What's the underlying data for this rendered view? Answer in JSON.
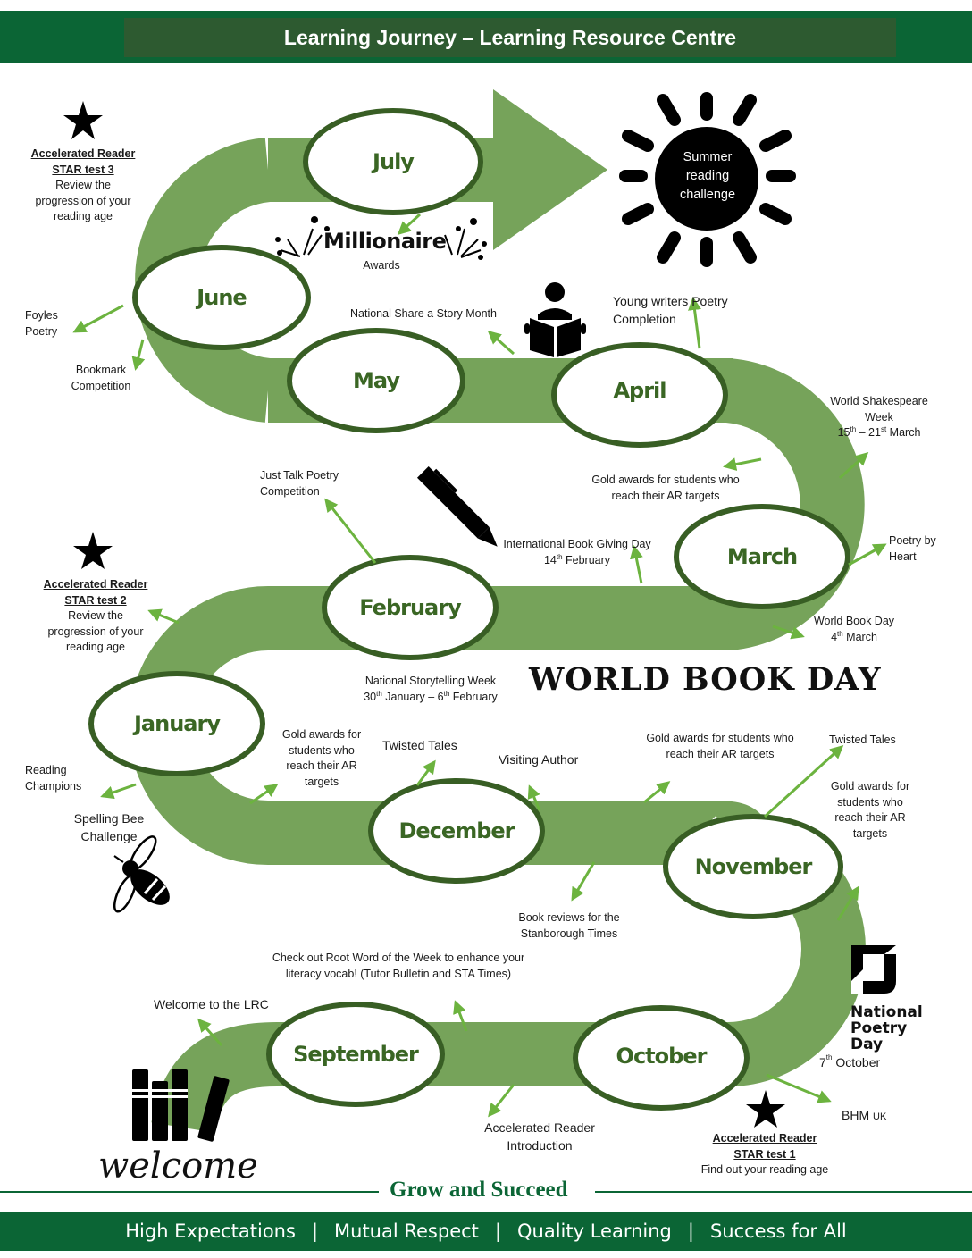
{
  "header": {
    "title": "Learning Journey – Learning Resource Centre"
  },
  "colors": {
    "brand_green": "#0b6535",
    "header_inner": "#2d5a30",
    "road_green": "#76a35a",
    "ellipse_border": "#385e24",
    "month_text": "#3a6624",
    "arrow_green": "#6cb33f"
  },
  "months": {
    "july": "July",
    "june": "June",
    "may": "May",
    "april": "April",
    "march": "March",
    "february": "February",
    "january": "January",
    "december": "December",
    "november": "November",
    "september": "September",
    "october": "October"
  },
  "sun": {
    "line1": "Summer",
    "line2": "reading",
    "line3": "challenge"
  },
  "millionaire": {
    "title": "Millionaire",
    "subtitle": "Awards"
  },
  "star_test_3": {
    "title": "Accelerated Reader",
    "subtitle": "STAR test 3",
    "line1": "Review the",
    "line2": "progression of your",
    "line3": "reading age"
  },
  "star_test_2": {
    "title": "Accelerated Reader",
    "subtitle": "STAR test 2",
    "line1": "Review the",
    "line2": "progression of your",
    "line3": "reading age"
  },
  "star_test_1": {
    "title": "Accelerated Reader",
    "subtitle": "STAR test 1",
    "line1": "Find out your reading age"
  },
  "events": {
    "foyles": {
      "line1": "Foyles",
      "line2": "Poetry"
    },
    "bookmark": {
      "line1": "Bookmark",
      "line2": "Competition"
    },
    "share_story": "National Share a Story Month",
    "young_writers": {
      "line1": "Young writers Poetry",
      "line2": "Completion"
    },
    "shakespeare": {
      "line1": "World Shakespeare",
      "line2": "Week",
      "date_a": "15",
      "sup_a": "th",
      "date_mid": " – 21",
      "sup_b": "st",
      "date_end": " March"
    },
    "gold_april": {
      "line1": "Gold awards for students who",
      "line2": "reach their AR targets"
    },
    "just_talk": {
      "line1": "Just Talk Poetry",
      "line2": "Competition"
    },
    "book_giving": {
      "line1": "International Book Giving Day",
      "date": "14",
      "sup": "th",
      "month": " February"
    },
    "poetry_heart": {
      "line1": "Poetry by",
      "line2": "Heart"
    },
    "world_book_day_small": {
      "line1": "World Book Day",
      "date": "4",
      "sup": "th",
      "month": " March"
    },
    "storytelling": {
      "line1": "National Storytelling Week",
      "d1": "30",
      "s1": "th",
      "m1": " January – 6",
      "s2": "th",
      "m2": " February"
    },
    "world_book_day_logo": "WORLD BOOK DAY",
    "reading_champions": {
      "line1": "Reading",
      "line2": "Champions"
    },
    "spelling_bee": {
      "line1": "Spelling Bee",
      "line2": "Challenge"
    },
    "gold_january": {
      "line1": "Gold awards for",
      "line2": "students who",
      "line3": "reach their AR",
      "line4": "targets"
    },
    "twisted_tales_dec": "Twisted Tales",
    "visiting_author": "Visiting Author",
    "gold_december": {
      "line1": "Gold awards for students who",
      "line2": "reach their AR targets"
    },
    "twisted_tales_nov": "Twisted Tales",
    "gold_november": {
      "line1": "Gold awards for",
      "line2": "students who",
      "line3": "reach their AR",
      "line4": "targets"
    },
    "book_reviews": {
      "line1": "Book reviews for the",
      "line2": "Stanborough Times"
    },
    "root_word": {
      "line1": "Check out Root Word of the Week to enhance your",
      "line2": "literacy vocab! (Tutor Bulletin and STA Times)"
    },
    "welcome_lrc": "Welcome to the LRC",
    "ar_intro": {
      "line1": "Accelerated Reader",
      "line2": "Introduction"
    },
    "national_poetry_day": {
      "line1": "National",
      "line2": "Poetry",
      "line3": "Day",
      "date": "7",
      "sup": "th",
      "month": " October"
    },
    "bhm": {
      "main": "BHM",
      "small": "UK"
    }
  },
  "welcome_script": "welcome",
  "footer": {
    "tagline": "Grow and Succeed",
    "values": [
      "High Expectations",
      "Mutual Respect",
      "Quality Learning",
      "Success for All"
    ],
    "separator": "|"
  }
}
